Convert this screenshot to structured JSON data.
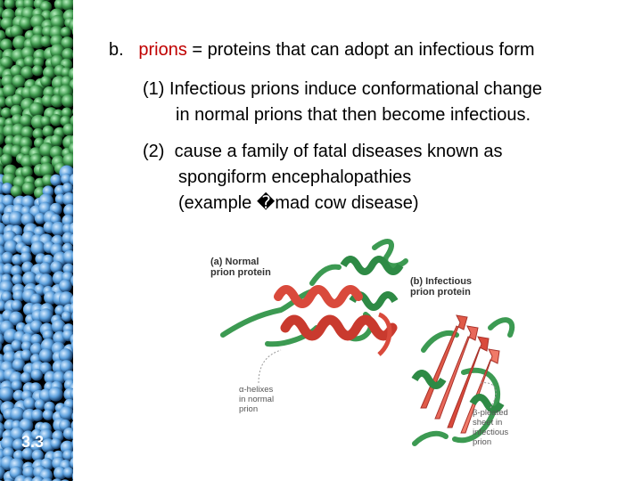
{
  "slide": {
    "number": "3.3",
    "heading": {
      "marker": "b.",
      "term": "prions",
      "rest": " =  proteins that can adopt an infectious form"
    },
    "points": [
      {
        "marker": "(1)",
        "line1": "Infectious prions induce conformational change",
        "line2": "in normal prions that then become infectious."
      },
      {
        "marker": "(2)",
        "line1": "cause a family of fatal diseases known as",
        "line2": "spongiform encephalopathies",
        "line3": "(example �mad cow disease)"
      }
    ]
  },
  "figure": {
    "normal_label": "(a) Normal\nprion protein",
    "infectious_label": "(b) Infectious\nprion protein",
    "alpha_note": "α-helixes\nin normal\nprion",
    "beta_note": "β-pleated\nsheet in\ninfectious\nprion",
    "colors": {
      "helix": "#d94a3c",
      "coil": "#3c9a52",
      "sheet": "#e05a48"
    }
  }
}
